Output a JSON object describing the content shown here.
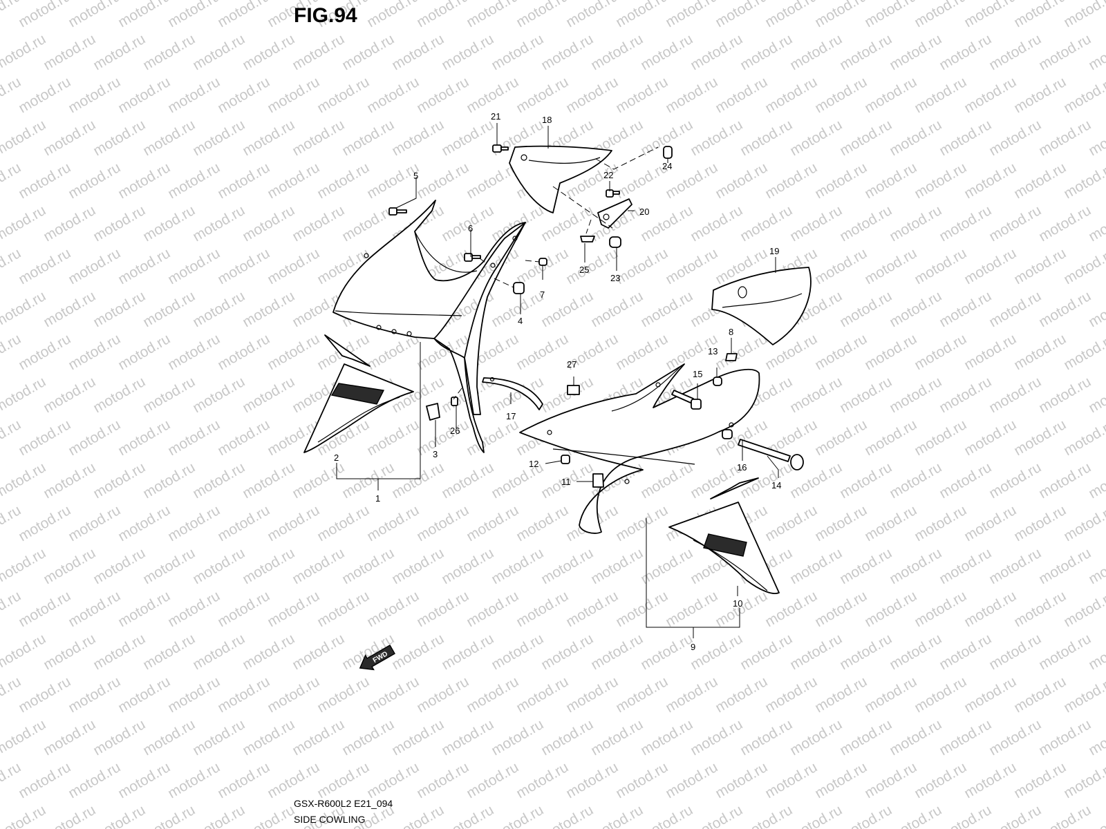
{
  "figure": {
    "title": "FIG.94",
    "model_code": "GSX-R600L2 E21_094",
    "caption": "SIDE COWLING"
  },
  "watermark": "motod.ru",
  "fwd_label": "FWD",
  "callouts": [
    "1",
    "2",
    "3",
    "4",
    "5",
    "6",
    "7",
    "8",
    "9",
    "10",
    "11",
    "12",
    "13",
    "14",
    "15",
    "16",
    "17",
    "18",
    "19",
    "20",
    "21",
    "22",
    "23",
    "24",
    "25",
    "26",
    "27"
  ]
}
